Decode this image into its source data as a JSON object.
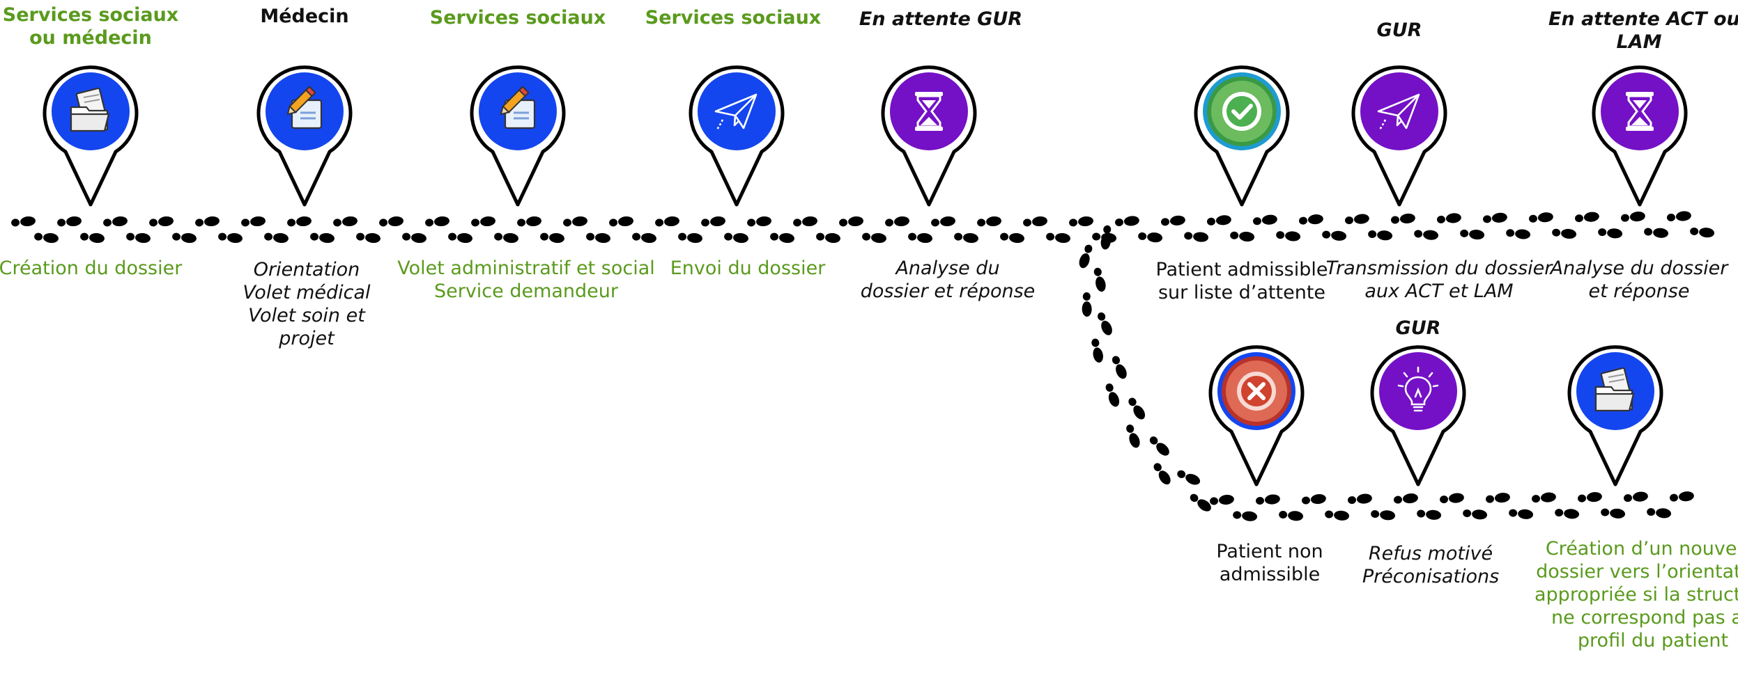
{
  "colors": {
    "blue": "#1446ef",
    "purple": "#7411c6",
    "green_text": "#5a9a1d",
    "black_text": "#111111",
    "check_green": "#4caf50",
    "cross_red": "#d0432f"
  },
  "steps": [
    {
      "id": "creation",
      "heading": [
        "Services sociaux",
        "ou médecin"
      ],
      "heading_color": "green",
      "heading_italic": false,
      "caption": [
        "Création du dossier"
      ],
      "caption_color": "green",
      "caption_italic": false,
      "icon": "folder-icon",
      "icon_bg": "blue"
    },
    {
      "id": "orientation",
      "heading": [
        "Médecin"
      ],
      "heading_color": "black",
      "heading_italic": false,
      "caption": [
        "Orientation",
        "Volet médical",
        "Volet soin et",
        "projet"
      ],
      "caption_color": "black",
      "caption_italic": true,
      "icon": "pencil-document-icon",
      "icon_bg": "blue"
    },
    {
      "id": "volet-admin",
      "heading": [
        "Services sociaux"
      ],
      "heading_color": "green",
      "heading_italic": false,
      "caption": [
        "Volet administratif et social",
        "Service demandeur"
      ],
      "caption_color": "green",
      "caption_italic": false,
      "icon": "pencil-document-icon",
      "icon_bg": "blue"
    },
    {
      "id": "envoi",
      "heading": [
        "Services sociaux"
      ],
      "heading_color": "green",
      "heading_italic": false,
      "caption": [
        "Envoi du dossier"
      ],
      "caption_color": "green",
      "caption_italic": false,
      "icon": "paper-plane-icon",
      "icon_bg": "blue"
    },
    {
      "id": "analyse-gur",
      "heading": [
        "En attente GUR"
      ],
      "heading_color": "black",
      "heading_italic": true,
      "caption": [
        "Analyse du",
        "dossier et réponse"
      ],
      "caption_color": "black",
      "caption_italic": true,
      "icon": "hourglass-icon",
      "icon_bg": "purple"
    },
    {
      "id": "admissible",
      "heading": [],
      "heading_color": "black",
      "heading_italic": false,
      "caption": [
        "Patient admissible",
        "sur liste d’attente"
      ],
      "caption_color": "black",
      "caption_italic": false,
      "icon": "checkmark-icon",
      "icon_bg": "check"
    },
    {
      "id": "transmission",
      "heading": [
        "GUR"
      ],
      "heading_color": "black",
      "heading_italic": true,
      "caption": [
        "Transmission du dossier",
        "aux ACT et LAM"
      ],
      "caption_color": "black",
      "caption_italic": true,
      "icon": "paper-plane-icon",
      "icon_bg": "purple"
    },
    {
      "id": "analyse-act",
      "heading": [
        "En attente ACT ou",
        "LAM"
      ],
      "heading_color": "black",
      "heading_italic": true,
      "caption": [
        "Analyse du dossier",
        "et réponse"
      ],
      "caption_color": "black",
      "caption_italic": true,
      "icon": "hourglass-icon",
      "icon_bg": "purple"
    },
    {
      "id": "non-admissible",
      "heading": [],
      "heading_color": "black",
      "heading_italic": false,
      "caption": [
        "Patient non",
        "admissible"
      ],
      "caption_color": "black",
      "caption_italic": false,
      "icon": "cross-icon",
      "icon_bg": "cross"
    },
    {
      "id": "refus",
      "heading": [
        "GUR"
      ],
      "heading_color": "black",
      "heading_italic": true,
      "caption": [
        "Refus motivé",
        "Préconisations"
      ],
      "caption_color": "black",
      "caption_italic": true,
      "icon": "lightbulb-icon",
      "icon_bg": "purple"
    },
    {
      "id": "nouveau-dossier",
      "heading": [],
      "heading_color": "green",
      "heading_italic": false,
      "caption": [
        "Création d’un nouveau",
        "dossier vers l’orientation",
        "appropriée si la structure",
        "ne correspond pas au",
        "profil du patient"
      ],
      "caption_color": "green",
      "caption_italic": false,
      "icon": "folder-icon",
      "icon_bg": "blue"
    }
  ]
}
